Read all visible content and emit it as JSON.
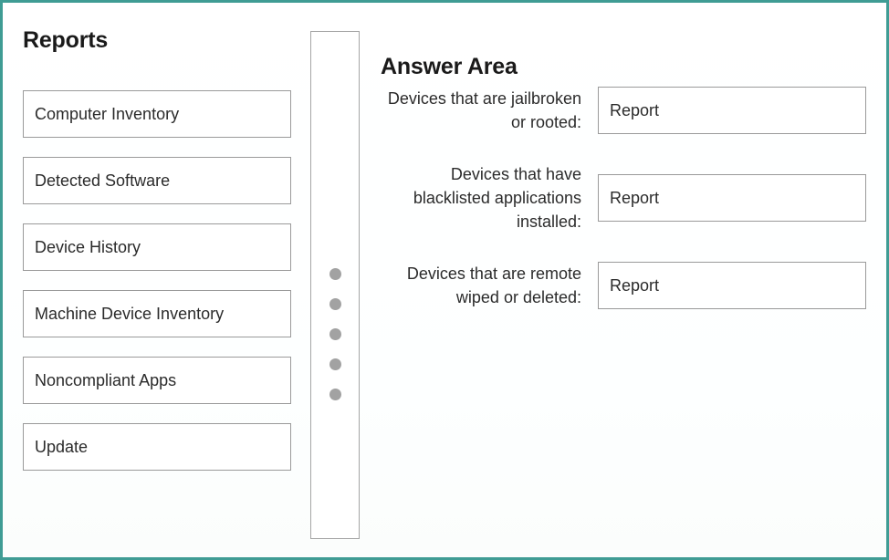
{
  "colors": {
    "page_border": "#3f9c94",
    "box_border": "#9a9a9a",
    "grip_dot": "#a2a2a2",
    "text": "#2b2b2b",
    "heading": "#1a1a1a",
    "background": "#ffffff"
  },
  "panels": {
    "reports": {
      "heading": "Reports",
      "items": [
        {
          "label": "Computer Inventory"
        },
        {
          "label": "Detected Software"
        },
        {
          "label": "Device History"
        },
        {
          "label": "Machine Device Inventory"
        },
        {
          "label": "Noncompliant Apps"
        },
        {
          "label": "Update"
        }
      ]
    },
    "splitter": {
      "grip_dot_count": 5
    },
    "answer_area": {
      "heading": "Answer Area",
      "rows": [
        {
          "label": "Devices that are jailbroken or rooted:",
          "value": "Report"
        },
        {
          "label": "Devices that have blacklisted applications installed:",
          "value": "Report"
        },
        {
          "label": "Devices that are remote wiped or deleted:",
          "value": "Report"
        }
      ]
    }
  }
}
